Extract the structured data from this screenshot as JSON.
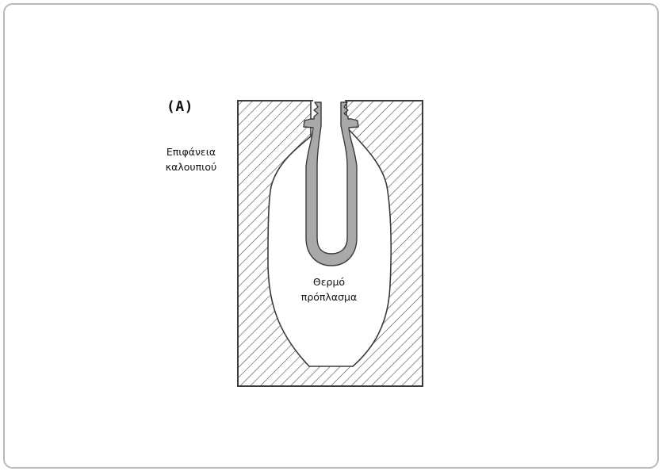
{
  "diagram": {
    "panel_label": "(A)",
    "mold_surface_line1": "Επιφάνεια",
    "mold_surface_line2": "καλουπιού",
    "preform_line1": "Θερμό",
    "preform_line2": "πρόπλασμα",
    "colors": {
      "mold_outline": "#3a3a3a",
      "hatch": "#4a4a4a",
      "cavity": "#ffffff",
      "preform_fill": "#a9a9a9",
      "preform_outline": "#3a3a3a",
      "frame_border": "#b9b9b9"
    }
  }
}
